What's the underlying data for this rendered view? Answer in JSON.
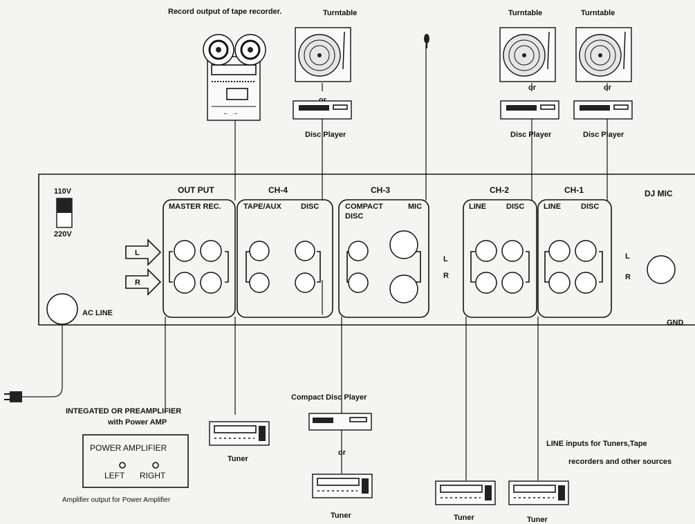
{
  "labels": {
    "tape_recorder_caption": "Record output of tape recorder.",
    "turntable_ch4": "Turntable",
    "turntable_ch2": "Turntable",
    "turntable_ch1": "Turntable",
    "or_ch4": "or",
    "or_ch2": "or",
    "or_ch1": "or",
    "disc_player_ch4": "Disc Player",
    "disc_player_ch2": "Disc Player",
    "disc_player_ch1": "Disc Player",
    "voltage_110": "110V",
    "voltage_220": "220V",
    "ac_line": "AC LINE",
    "out_put": "OUT PUT",
    "master_rec": "MASTER REC.",
    "ch4": "CH-4",
    "tape_aux": "TAPE/AUX",
    "disc_ch4": "DISC",
    "ch3": "CH-3",
    "compact": "COMPACT",
    "disc_ch3": "DISC",
    "mic": "MIC",
    "ch2": "CH-2",
    "line_ch2": "LINE",
    "disc_ch2": "DISC",
    "ch1": "CH-1",
    "line_ch1": "LINE",
    "disc_ch1": "DISC",
    "dj_mic": "DJ MIC",
    "arrow_l": "L",
    "arrow_r": "R",
    "l_mid": "L",
    "r_mid": "R",
    "l_right": "L",
    "r_right": "R",
    "gnd": "GND",
    "integrated_1": "INTEGATED OR PREAMPLIFIER",
    "integrated_2": "with Power AMP",
    "power_amplifier": "POWER AMPLIFIER",
    "left": "LEFT",
    "right": "RIGHT",
    "amp_output_caption": "Amplifier output for Power Amplifier",
    "tuner_ch4": "Tuner",
    "compact_disc_player": "Compact  Disc Player",
    "or_ch3": "or",
    "tuner_ch3": "Tuner",
    "tuner_ch2": "Tuner",
    "tuner_ch1": "Tuner",
    "line_inputs_1": "LINE inputs for Tuners,Tape",
    "line_inputs_2": "recorders and other sources"
  }
}
